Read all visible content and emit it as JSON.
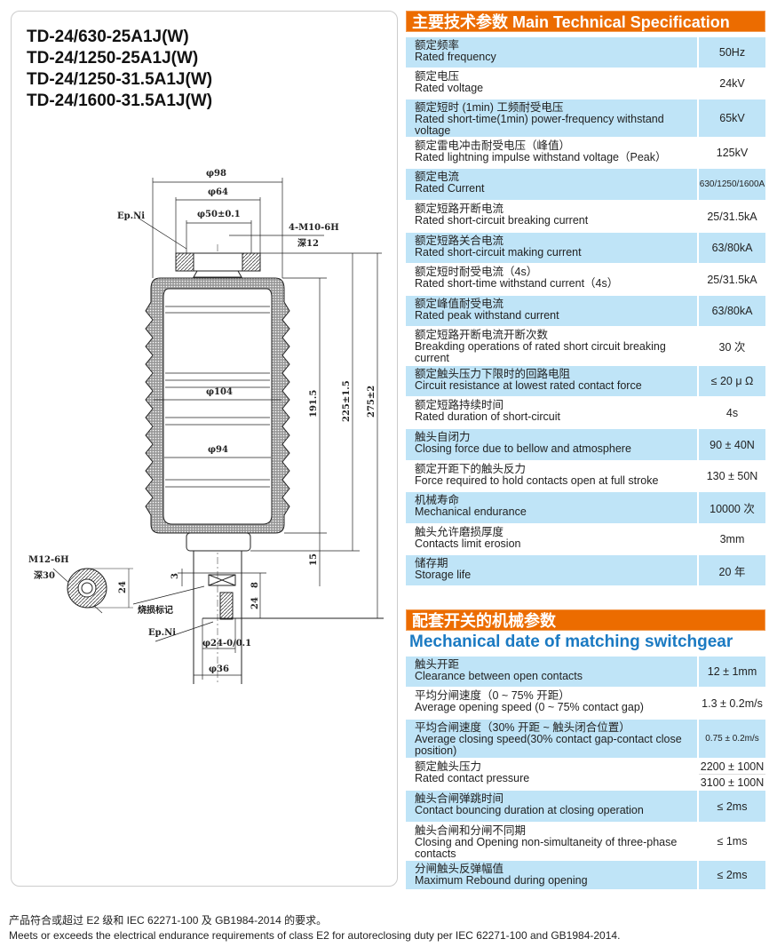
{
  "models": [
    "TD-24/630-25A1J(W)",
    "TD-24/1250-25A1J(W)",
    "TD-24/1250-31.5A1J(W)",
    "TD-24/1600-31.5A1J(W)"
  ],
  "drawing": {
    "d98": "φ98",
    "d64": "φ64",
    "d50": "φ50±0.1",
    "epni_top": "Ep.Ni",
    "thread_top": "4-M10-6H",
    "depth12": "深12",
    "d104": "φ104",
    "d94": "φ94",
    "h191": "191.5",
    "h225": "225±1.5",
    "h275": "275±2",
    "h15": "15",
    "thread_side": "M12-6H",
    "depth30": "深30",
    "d24side": "24",
    "h3": "3",
    "h8": "8",
    "h24": "24",
    "mark": "烧损标记",
    "epni_bottom": "Ep.Ni",
    "d24": "φ24-0/0.1",
    "d36": "φ36"
  },
  "main_spec": {
    "title": "主要技术参数 Main Technical Specification",
    "rows": [
      {
        "cn": "额定频率",
        "en": "Rated frequency",
        "value": "50Hz"
      },
      {
        "cn": "额定电压",
        "en": "Rated voltage",
        "value": "24kV"
      },
      {
        "cn": "额定短时 (1min) 工频耐受电压",
        "en": "Rated short-time(1min) power-frequency withstand voltage",
        "value": "65kV"
      },
      {
        "cn": "额定雷电冲击耐受电压（峰值）",
        "en": "Rated lightning impulse withstand voltage（Peak）",
        "value": "125kV"
      },
      {
        "cn": "额定电流",
        "en": "Rated Current",
        "value": "630/1250/1600A"
      },
      {
        "cn": "额定短路开断电流",
        "en": "Rated short-circuit breaking current",
        "value": "25/31.5kA"
      },
      {
        "cn": "额定短路关合电流",
        "en": "Rated short-circuit making current",
        "value": "63/80kA"
      },
      {
        "cn": "额定短时耐受电流（4s）",
        "en": "Rated short-time withstand current（4s）",
        "value": "25/31.5kA"
      },
      {
        "cn": "额定峰值耐受电流",
        "en": "Rated peak withstand current",
        "value": "63/80kA"
      },
      {
        "cn": "额定短路开断电流开断次数",
        "en": "Breakding operations of rated short circuit breaking current",
        "value": "30 次"
      },
      {
        "cn": "额定触头压力下限时的回路电阻",
        "en": "Circuit resistance at lowest rated contact force",
        "value": "≤ 20 μ Ω"
      },
      {
        "cn": "额定短路持续时间",
        "en": "Rated duration of short-circuit",
        "value": "4s"
      },
      {
        "cn": "触头自闭力",
        "en": "Closing force due to bellow and atmosphere",
        "value": "90 ± 40N"
      },
      {
        "cn": "额定开距下的触头反力",
        "en": "Force required to hold contacts open at full stroke",
        "value": "130 ± 50N"
      },
      {
        "cn": "机械寿命",
        "en": "Mechanical endurance",
        "value": "10000 次"
      },
      {
        "cn": "触头允许磨损厚度",
        "en": "Contacts limit erosion",
        "value": "3mm"
      },
      {
        "cn": "储存期",
        "en": "Storage life",
        "value": "20 年"
      }
    ]
  },
  "mech_spec": {
    "title_cn": "配套开关的机械参数",
    "title_en": "Mechanical date of matching switchgear",
    "rows": [
      {
        "cn": "触头开距",
        "en": "Clearance between open contacts",
        "value": "12 ± 1mm"
      },
      {
        "cn": "平均分闸速度（0 ~ 75% 开距）",
        "en": "Average opening speed (0 ~ 75% contact gap)",
        "value": "1.3 ± 0.2m/s"
      },
      {
        "cn": "平均合闸速度（30% 开距 ~ 触头闭合位置）",
        "en": "Average closing speed(30% contact gap-contact close position)",
        "value": "0.75 ± 0.2m/s"
      },
      {
        "cn": "额定触头压力",
        "en": "Rated contact pressure",
        "values": [
          "2200 ± 100N",
          "3100 ± 100N"
        ]
      },
      {
        "cn": "触头合闸弹跳时间",
        "en": "Contact bouncing duration at closing operation",
        "value": "≤ 2ms"
      },
      {
        "cn": "触头合闸和分闸不同期",
        "en": "Closing and Opening non-simultaneity of three-phase contacts",
        "value": "≤ 1ms"
      },
      {
        "cn": "分闸触头反弹幅值",
        "en": "Maximum Rebound during opening",
        "value": "≤ 2ms"
      }
    ]
  },
  "footer": {
    "cn": "产品符合或超过 E2 级和 IEC 62271-100 及 GB1984-2014 的要求。",
    "en": "Meets or exceeds the electrical endurance requirements of class E2 for autoreclosing duty per IEC 62271-100 and GB1984-2014."
  },
  "colors": {
    "orange": "#ec6c00",
    "row_blue": "#bfe4f7",
    "title_blue": "#1b7ac2"
  }
}
